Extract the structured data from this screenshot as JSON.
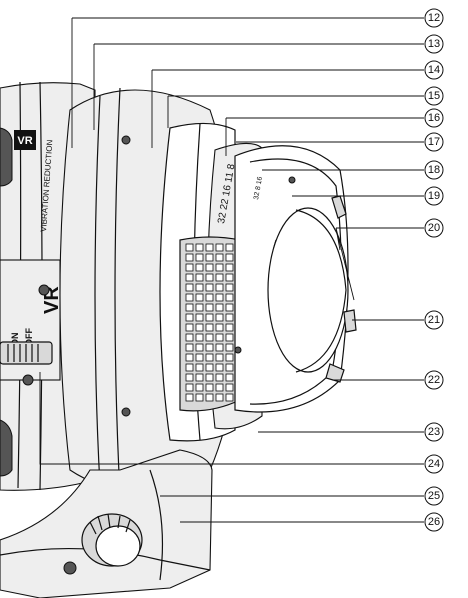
{
  "lens_markings": {
    "vr_badge": "VR",
    "vibration_reduction": "VIBRATION REDUCTION",
    "vr_large": "VR",
    "switch_on": "ON",
    "switch_off": "OFF",
    "aperture_scale": [
      "32",
      "22",
      "16",
      "11",
      "8"
    ],
    "aperture_scale_inner": [
      "32",
      "8",
      "16"
    ]
  },
  "callouts": [
    "12",
    "13",
    "14",
    "15",
    "16",
    "17",
    "18",
    "19",
    "20",
    "21",
    "22",
    "23",
    "24",
    "25",
    "26"
  ]
}
